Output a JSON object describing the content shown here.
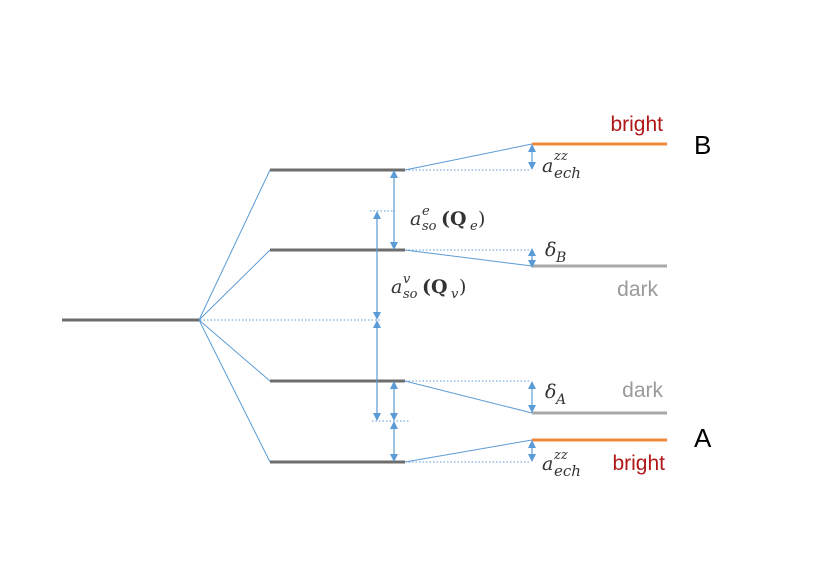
{
  "colors": {
    "level": "#6d6d6d",
    "dark_level": "#a8a8a8",
    "bright_level": "#ef8a3c",
    "connector": "#5b9bd5",
    "bright_text": "#b01818",
    "dark_text": "#9a9a9a"
  },
  "labels": {
    "top_bright": "bright",
    "top_dark": "dark",
    "bottom_dark": "dark",
    "bottom_bright": "bright",
    "b": "B",
    "a": "A"
  },
  "math": {
    "ech_top": "a",
    "ech_top_sup": "zz",
    "ech_top_sub": "ech",
    "so_e": "a",
    "so_e_sup": "e",
    "so_e_sub": "so",
    "so_e_arg": "(Q",
    "so_e_arg_sub": "e",
    "so_e_close": ")",
    "delta_b": "δ",
    "delta_b_sub": "B",
    "so_v": "a",
    "so_v_sup": "v",
    "so_v_sub": "so",
    "so_v_arg": "(Q",
    "so_v_arg_sub": "v",
    "so_v_close": ")",
    "delta_a": "δ",
    "delta_a_sub": "A",
    "ech_bot": "a",
    "ech_bot_sup": "zz",
    "ech_bot_sub": "ech"
  }
}
